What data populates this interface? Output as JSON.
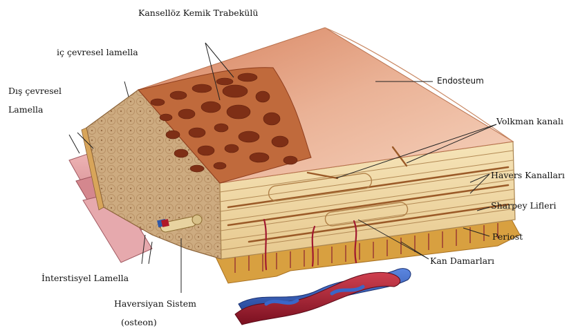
{
  "labels": {
    "kansellos": "Kansellöz Kemik Trabekülü",
    "ic_cevresel": "iç çevresel lamella",
    "dis_cevresel_1": "Dış çevresel",
    "dis_cevresel_2": "Lamella",
    "endosteum": "Endosteum",
    "volkman": "Volkman kanalı",
    "havers": "Havers Kanalları",
    "sharpey": "Sharpey Lifleri",
    "periost": "Periost",
    "kan": "Kan Damarları",
    "interstisyel": "İnterstisyel Lamella",
    "haversiyan_1": "Haversiyan Sistem",
    "haversiyan_2": "(osteon)"
  },
  "colors": {
    "endosteum": "#eab296",
    "lamella": "#f0d9a6",
    "osteon_matrix": "#c9a77c",
    "trabecula": "#b0542e",
    "vessel_red": "#a01830",
    "vessel_blue": "#2850b0",
    "periost": "#d8a040",
    "outer_pink": "#d88a90"
  }
}
